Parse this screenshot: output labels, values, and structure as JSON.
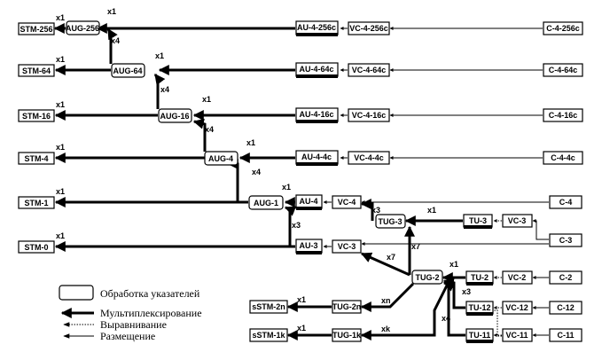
{
  "blocks": {
    "stm256": "STM-256",
    "stm64": "STM-64",
    "stm16": "STM-16",
    "stm4": "STM-4",
    "stm1": "STM-1",
    "stm0": "STM-0",
    "aug256": "AUG-256",
    "aug64": "AUG-64",
    "aug16": "AUG-16",
    "aug4": "AUG-4",
    "aug1": "AUG-1",
    "au4_256c": "AU-4-256c",
    "au4_64c": "AU-4-64c",
    "au4_16c": "AU-4-16c",
    "au4_4c": "AU-4-4c",
    "au4": "AU-4",
    "au3": "AU-3",
    "vc4_256c": "VC-4-256c",
    "vc4_64c": "VC-4-64c",
    "vc4_16c": "VC-4-16c",
    "vc4_4c": "VC-4-4c",
    "vc4": "VC-4",
    "vc3_left": "VC-3",
    "c4_256c": "C-4-256c",
    "c4_64c": "C-4-64c",
    "c4_16c": "C-4-16c",
    "c4_4c": "C-4-4c",
    "c4": "C-4",
    "c3": "C-3",
    "tug3": "TUG-3",
    "tu3": "TU-3",
    "vc3_right": "VC-3",
    "tug2": "TUG-2",
    "tu2": "TU-2",
    "vc2": "VC-2",
    "c2": "C-2",
    "tu12": "TU-12",
    "vc12": "VC-12",
    "c12": "C-12",
    "tu11": "TU-11",
    "vc11": "VC-11",
    "c11": "C-11",
    "sstm2n": "sSTM-2n",
    "tug2n": "TUG-2n",
    "sstm1k": "sSTM-1k",
    "tug1k": "TUG-1k"
  },
  "multipliers": {
    "x1": "x1",
    "x4": "x4",
    "x3": "x3",
    "x7": "x7",
    "xn": "xn",
    "xk": "xk"
  },
  "legend": {
    "pointer_processing": "Обработка указателей",
    "multiplexing": "Мультиплексирование",
    "alignment": "Выравнивание",
    "mapping": "Размещение"
  }
}
